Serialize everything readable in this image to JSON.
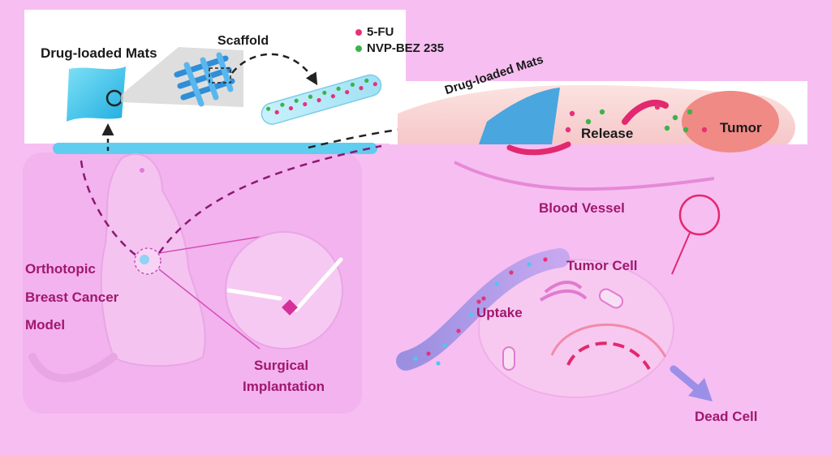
{
  "colors": {
    "page_bg": "#f7bef2",
    "top_band": "#ffffff",
    "five_fu": "#e8307a",
    "nvp_bez": "#3bb34a",
    "text_dark": "#1a1a1a",
    "text_magenta": "#a0186e",
    "mat_blue": "#3ec3ea",
    "tumor": "#ee7f7f"
  },
  "labels": {
    "drug_loaded_mats_top": "Drug-loaded Mats",
    "scaffold": "Scaffold",
    "drug_loaded_mats_arc": "Drug-loaded Mats",
    "release": "Release",
    "tumor": "Tumor",
    "blood_vessel": "Blood Vessel",
    "tumor_cell": "Tumor Cell",
    "uptake": "Uptake",
    "dead_cell": "Dead Cell",
    "orthotopic": "Orthotopic",
    "breast_cancer": "Breast Cancer",
    "model": "Model",
    "surgical": "Surgical",
    "implantation": "Implantation"
  },
  "legend": [
    {
      "label": "5-FU",
      "color": "#e8307a"
    },
    {
      "label": "NVP-BEZ 235",
      "color": "#3bb34a"
    }
  ]
}
